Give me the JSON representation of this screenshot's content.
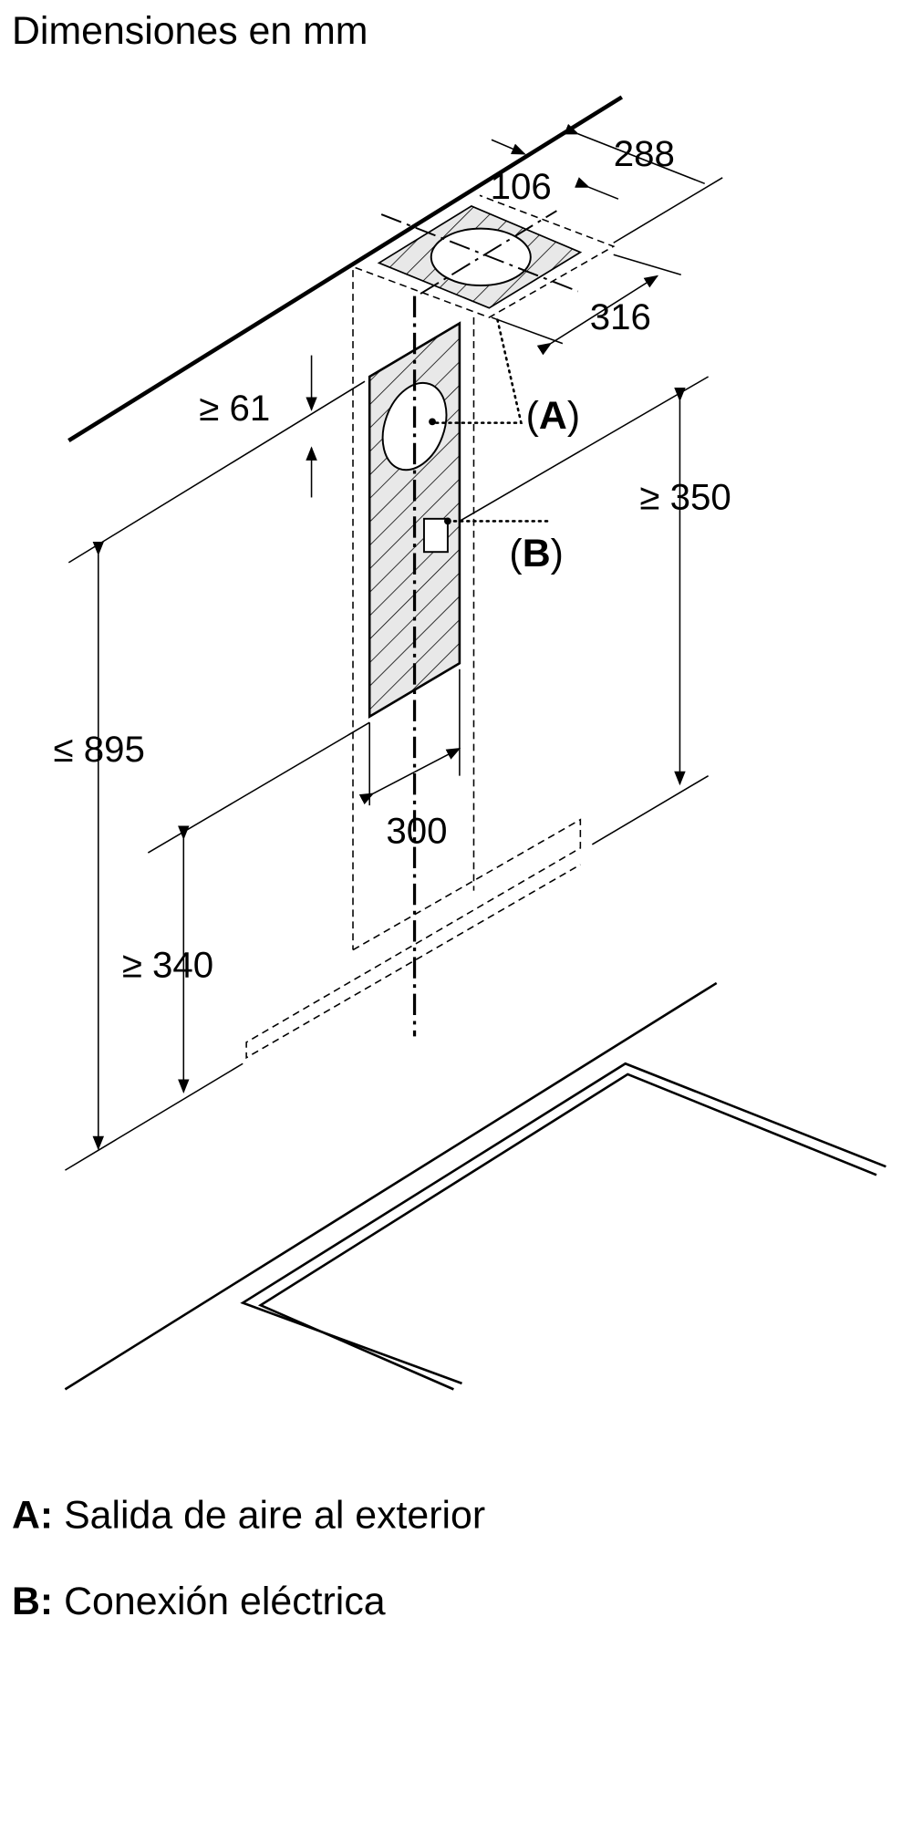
{
  "title": "Dimensiones en mm",
  "dimensions": {
    "d288": "288",
    "d106": "106",
    "d316": "316",
    "d61": "≥ 61",
    "d350": "≥ 350",
    "d895": "≤ 895",
    "d300": "300",
    "d340": "≥ 340"
  },
  "callouts": {
    "a": "A",
    "b": "B"
  },
  "legend": [
    {
      "key": "A:",
      "text": "Salida de aire al exterior"
    },
    {
      "key": "B:",
      "text": "Conexión eléctrica"
    }
  ]
}
